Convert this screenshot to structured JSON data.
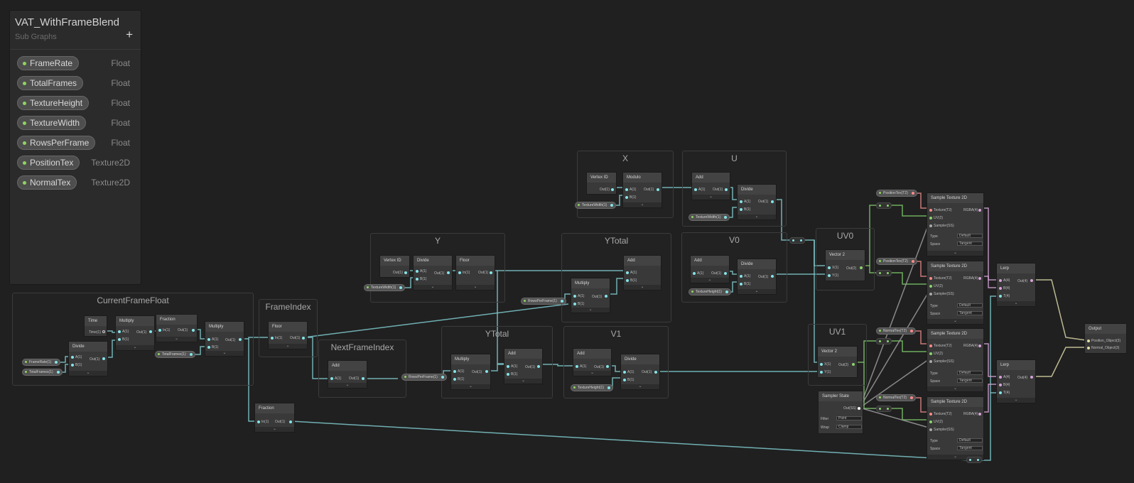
{
  "blackboard": {
    "title": "VAT_WithFrameBlend",
    "subtitle": "Sub Graphs",
    "add_label": "+",
    "properties": [
      {
        "name": "FrameRate",
        "type": "Float"
      },
      {
        "name": "TotalFrames",
        "type": "Float"
      },
      {
        "name": "TextureHeight",
        "type": "Float"
      },
      {
        "name": "TextureWidth",
        "type": "Float"
      },
      {
        "name": "RowsPerFrame",
        "type": "Float"
      },
      {
        "name": "PositionTex",
        "type": "Texture2D"
      },
      {
        "name": "NormalTex",
        "type": "Texture2D"
      }
    ]
  },
  "groups": {
    "current_frame_float": "CurrentFrameFloat",
    "frame_index": "FrameIndex",
    "next_frame_index": "NextFrameIndex",
    "y": "Y",
    "ytotal_top": "YTotal",
    "ytotal_bottom": "YTotal",
    "x": "X",
    "u": "U",
    "v0": "V0",
    "v1": "V1",
    "uv0": "UV0",
    "uv1": "UV1"
  },
  "nodes": {
    "time": {
      "title": "Time",
      "out": "Time(1)"
    },
    "divide": "Divide",
    "multiply": "Multiply",
    "fraction": "Fraction",
    "floor": "Floor",
    "add": "Add",
    "vertex_id": "Vertex ID",
    "modulo": "Modulo",
    "vector2": "Vector 2",
    "sample_texture": "Sample Texture 2D",
    "lerp": "Lerp",
    "output": "Output",
    "sampler_state": "Sampler State"
  },
  "ports": {
    "a": "A(1)",
    "b": "B(1)",
    "out": "Out(1)",
    "in": "In(1)",
    "x": "X(1)",
    "y": "Y(1)",
    "out2": "Out(2)",
    "texture": "Texture(T2)",
    "uv": "UV(2)",
    "sampler": "Sampler(SS)",
    "rgba": "RGBA(4)",
    "a4": "A(4)",
    "b4": "B(4)",
    "t4": "T(4)",
    "out4": "Out(4)",
    "out_ss": "Out(SS)",
    "position_object": "Position_Object(3)",
    "normal_object": "Normal_Object(3)"
  },
  "fields": {
    "type_label": "Type",
    "type_value": "Default",
    "space_label": "Space",
    "space_value": "Tangent",
    "filter_label": "Filter",
    "filter_value": "Point",
    "wrap_label": "Wrap",
    "wrap_value": "Clamp"
  },
  "property_nodes": {
    "frame_rate": "FrameRate(1)",
    "total_frames": "TotalFrames(1)",
    "total_frames_b": "TotalFrames(1)",
    "rows_per_frame": "RowsPerFrame(1)",
    "texture_width": "TextureWidth(1)",
    "texture_height": "TextureHeight(1)",
    "position_tex": "PositionTex(T2)",
    "normal_tex": "NormalTex(T2)"
  },
  "colors": {
    "float_wire": "#7fc9cc",
    "vector2_wire": "#7dc86a",
    "texture_wire": "#e8898a",
    "vector4_wire": "#d4a3d6",
    "sampler_wire": "#9c9c9c",
    "vector3_wire": "#d9d6a6",
    "property_dot": "#8fd45f"
  }
}
